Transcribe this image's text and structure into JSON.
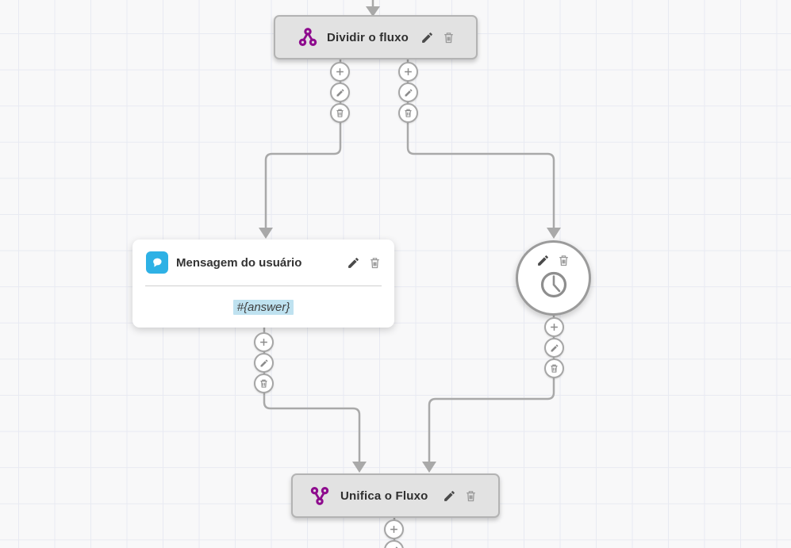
{
  "colors": {
    "purple": "#8e0c8e",
    "blue": "#2eb1e5",
    "highlight_blue": "#bfe2f0",
    "connector": "#a9a9a9",
    "node_bg": "#e2e2e2",
    "node_border": "#b3b3b3",
    "canvas_bg": "#f8f8f9",
    "grid_line": "#e8eaf2"
  },
  "nodes": {
    "split": {
      "title": "Dividir o fluxo"
    },
    "user_message": {
      "title": "Mensagem do usuário",
      "body": "#{answer}"
    },
    "timer": {
      "type": "wait-timer"
    },
    "merge": {
      "title": "Unifica o Fluxo"
    }
  }
}
